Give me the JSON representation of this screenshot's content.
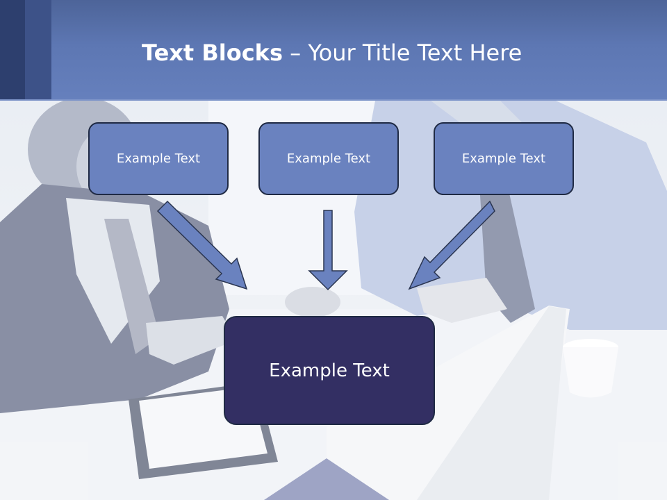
{
  "slide": {
    "title_bold": "Text Blocks",
    "title_separator": " – ",
    "title_rest": "Your Title Text Here"
  },
  "blocks": {
    "top": [
      {
        "label": "Example Text"
      },
      {
        "label": "Example Text"
      },
      {
        "label": "Example Text"
      }
    ],
    "bottom": {
      "label": "Example Text"
    }
  },
  "colors": {
    "header": "#5d77b3",
    "small_box": "#6a82bf",
    "main_box": "#332f63",
    "arrow": "#6a82bf",
    "outline": "#1f2a44"
  }
}
